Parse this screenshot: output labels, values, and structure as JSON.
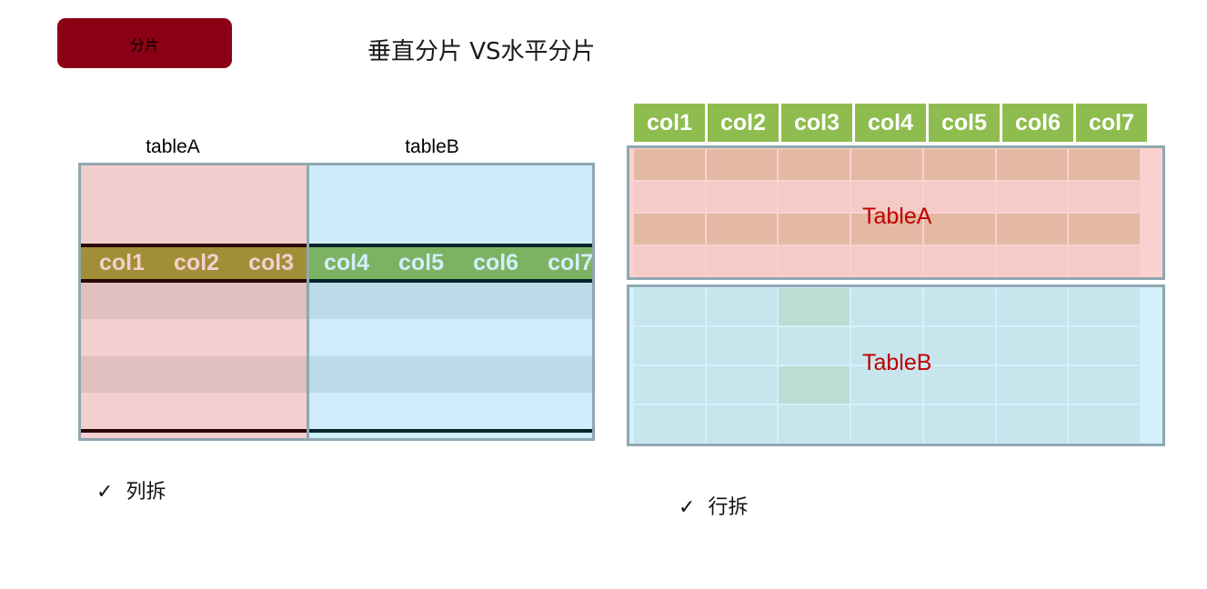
{
  "header": {
    "badge_label": "分片",
    "subtitle": "垂直分片 VS水平分片",
    "badge_color": "#8c0016"
  },
  "vertical_sharding": {
    "caption_left": "tableA",
    "caption_right": "tableB",
    "left_columns": [
      "col1",
      "col2",
      "col3"
    ],
    "right_columns": [
      "col4",
      "col5",
      "col6",
      "col7"
    ],
    "left_fill": "#f2cdcd",
    "right_fill": "#cdecfa",
    "left_band_fill": "#a08f36",
    "right_band_fill": "#7cb363",
    "frame_border": "#8fa7b0",
    "note": "列拆",
    "note_check": "✓"
  },
  "horizontal_sharding": {
    "columns": [
      "col1",
      "col2",
      "col3",
      "col4",
      "col5",
      "col6",
      "col7"
    ],
    "header_fill": "#8fbc4f",
    "table_a_label": "TableA",
    "table_b_label": "TableB",
    "table_a_fill": "#fbd0d0",
    "table_b_fill": "#d4f0fc",
    "label_color": "#c00000",
    "highlight_fill": "#bbddd4",
    "note": "行拆",
    "note_check": "✓"
  }
}
